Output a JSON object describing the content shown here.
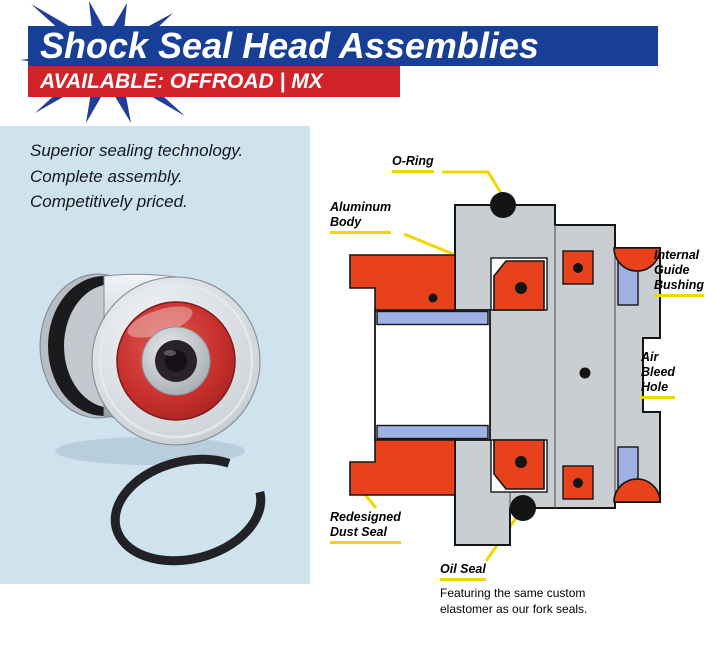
{
  "header": {
    "title": "Shock Seal Head Assemblies",
    "availability": "AVAILABLE: OFFROAD | MX"
  },
  "intro": {
    "tagline": "Superior sealing technology.\nComplete assembly.\nCompetitively priced."
  },
  "photo": {
    "shows": "shock seal head assembly with snap ring",
    "background": "#cfe3ee"
  },
  "diagram": {
    "labels": {
      "o_ring": "O-Ring",
      "aluminum_body": "Aluminum\nBody",
      "internal_guide_bushing": "Internal\nGuide\nBushing",
      "air_bleed_hole": "Air\nBleed\nHole",
      "redesigned_dust_seal": "Redesigned\nDust Seal",
      "oil_seal": "Oil Seal",
      "oil_seal_note": "Featuring the same custom\nelastomer as our fork seals."
    },
    "colors": {
      "aluminum_gray": "#c9ced3",
      "seal_red": "#e8421c",
      "bushing_blue": "#9fb1e4",
      "leader_yellow": "#f2d600",
      "rubber_black": "#141414"
    }
  },
  "theme": {
    "banner_blue": "#183f96",
    "banner_red": "#d2232a",
    "panel_blue": "#cfe3ee"
  }
}
